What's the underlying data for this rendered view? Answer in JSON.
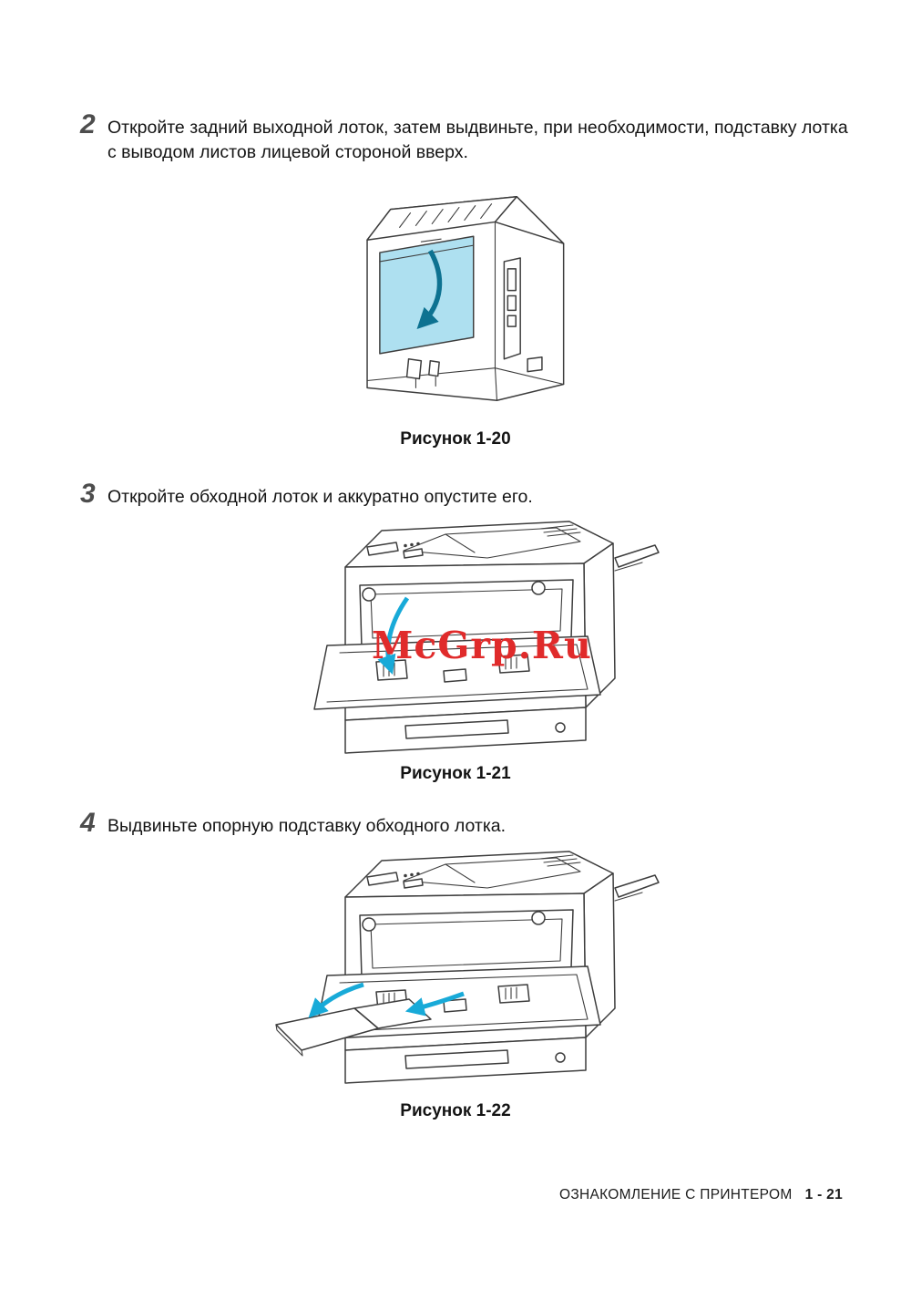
{
  "colors": {
    "tray_highlight_cyan": "#aee0f0",
    "arrow_dark_teal": "#0d7291",
    "arrow_cyan": "#18aad8",
    "watermark_red": "#e02b2b"
  },
  "steps": [
    {
      "number": "2",
      "text": "Откройте задний выходной лоток, затем выдвиньте, при необходимости, подставку лотка с выводом листов лицевой стороной вверх.",
      "caption": "Рисунок 1-20"
    },
    {
      "number": "3",
      "text": "Откройте обходной лоток и аккуратно опустите его.",
      "caption": "Рисунок 1-21"
    },
    {
      "number": "4",
      "text": "Выдвиньте опорную подставку обходного лотка.",
      "caption": "Рисунок 1-22"
    }
  ],
  "watermark": "McGrp.Ru",
  "footer": {
    "section": "ОЗНАКОМЛЕНИЕ С ПРИНТЕРОМ",
    "page": "1 - 21"
  }
}
